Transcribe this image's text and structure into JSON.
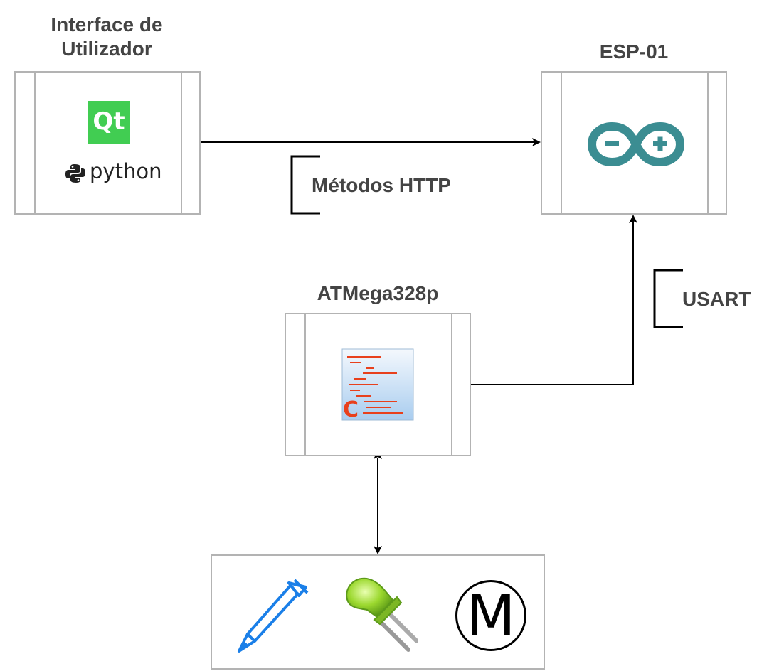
{
  "nodes": {
    "ui": {
      "title": "Interface de\nUtilizador",
      "qt_logo": "Qt",
      "python_logo": "python"
    },
    "esp": {
      "title": "ESP-01"
    },
    "atmega": {
      "title": "ATMega328p"
    },
    "peripherals": {
      "motor_symbol": "M"
    }
  },
  "edges": {
    "http": {
      "label": "Métodos HTTP"
    },
    "usart": {
      "label": "USART"
    }
  },
  "colors": {
    "qt_green": "#41cd52",
    "arduino_teal": "#3b8d92",
    "pen_blue": "#1a7fe8",
    "led_green": "#8fd32b",
    "text_gray": "#444444",
    "box_border": "#b3b3b3"
  },
  "icons": [
    "qt-logo-icon",
    "python-logo-icon",
    "arduino-logo-icon",
    "c-code-file-icon",
    "pen-icon",
    "led-icon",
    "motor-icon"
  ]
}
